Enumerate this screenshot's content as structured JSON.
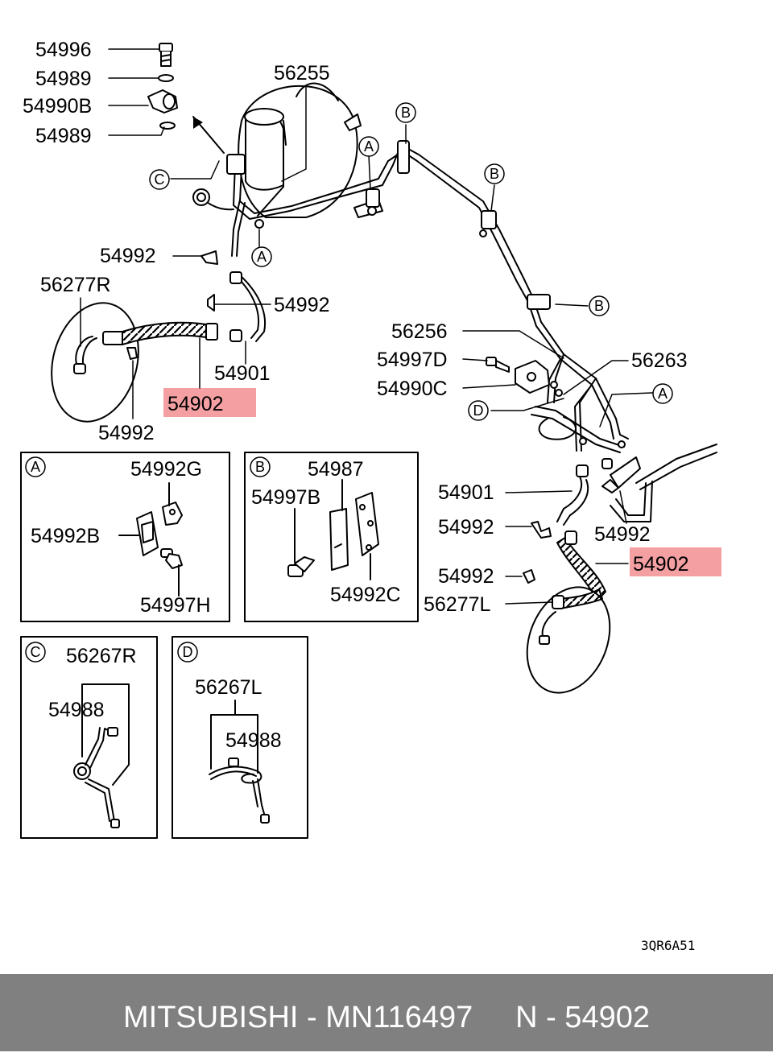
{
  "colors": {
    "highlight": "#f4a0a3",
    "footer_bg": "#808080",
    "footer_text": "#ffffff"
  },
  "labels": {
    "p54996": "54996",
    "p54989a": "54989",
    "p54990B": "54990B",
    "p54989b": "54989",
    "p56255": "56255",
    "p54992a": "54992",
    "p56277R": "56277R",
    "p54992b": "54992",
    "p54901a": "54901",
    "p54902a": "54902",
    "p54992c": "54992",
    "p56256": "56256",
    "p54997D": "54997D",
    "p56263": "56263",
    "p54990C": "54990C",
    "p54901b": "54901",
    "p54992d": "54992",
    "p54992e": "54992",
    "p54902b": "54902",
    "p54992f": "54992",
    "p56277L": "56277L"
  },
  "callouts": {
    "A": "A",
    "B": "B",
    "C": "C",
    "D": "D"
  },
  "insets": {
    "a": {
      "letter": "A",
      "p1": "54992G",
      "p2": "54992B",
      "p3": "54997H"
    },
    "b": {
      "letter": "B",
      "p1": "54987",
      "p2": "54997B",
      "p3": "54992C"
    },
    "c": {
      "letter": "C",
      "p1": "56267R",
      "p2": "54988"
    },
    "d": {
      "letter": "D",
      "p1": "56267L",
      "p2": "54988"
    }
  },
  "diagram_code": "3QR6A51",
  "footer": {
    "text": "MITSUBISHI - MN116497     N - 54902"
  }
}
